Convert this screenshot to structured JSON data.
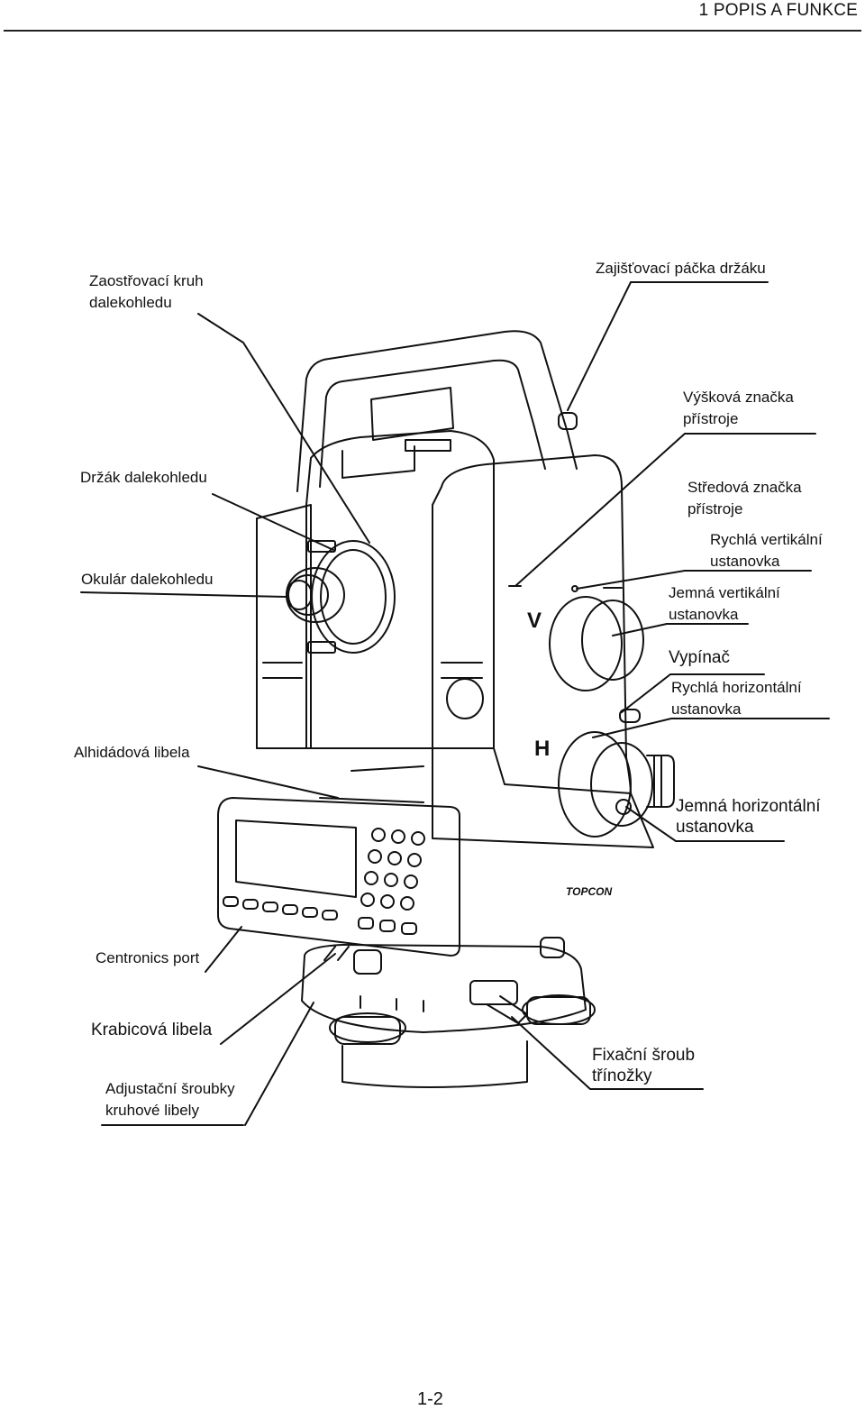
{
  "header": {
    "section_title": "1 POPIS A FUNKCE"
  },
  "labels": {
    "zaostrovaci_kruh_1": "Zaostřovací kruh",
    "zaostrovaci_kruh_2": "dalekohledu",
    "zajistovaci_packa": "Zajišťovací páčka držáku",
    "vyskova_znacka_1": "Výšková značka",
    "vyskova_znacka_2": "přístroje",
    "drzak_dalekohledu": "Držák dalekohledu",
    "stredova_znacka_1": "Středová značka",
    "stredova_znacka_2": "přístroje",
    "rychla_vertikalni_1": "Rychlá vertikální",
    "rychla_vertikalni_2": "ustanovka",
    "okular": "Okulár dalekohledu",
    "jemna_vertikalni_1": "Jemná vertikální",
    "jemna_vertikalni_2": "ustanovka",
    "vypinac": "Vypínač",
    "rychla_horizontalni_1": "Rychlá horizontální",
    "rychla_horizontalni_2": "ustanovka",
    "alhidadova_libela": "Alhidádová libela",
    "jemna_horizontalni_1": "Jemná horizontální",
    "jemna_horizontalni_2": "ustanovka",
    "centronics_port": "Centronics port",
    "krabicova_libela": "Krabicová libela",
    "fixacni_sroub_1": "Fixační šroub",
    "fixacni_sroub_2": "třínožky",
    "adjustacni_sroubky_1": "Adjustační šroubky",
    "adjustacni_sroubky_2": "kruhové libely"
  },
  "instrument": {
    "v_mark": "V",
    "h_mark": "H",
    "brand": "TOPCON"
  },
  "footer": {
    "page_number": "1-2"
  }
}
